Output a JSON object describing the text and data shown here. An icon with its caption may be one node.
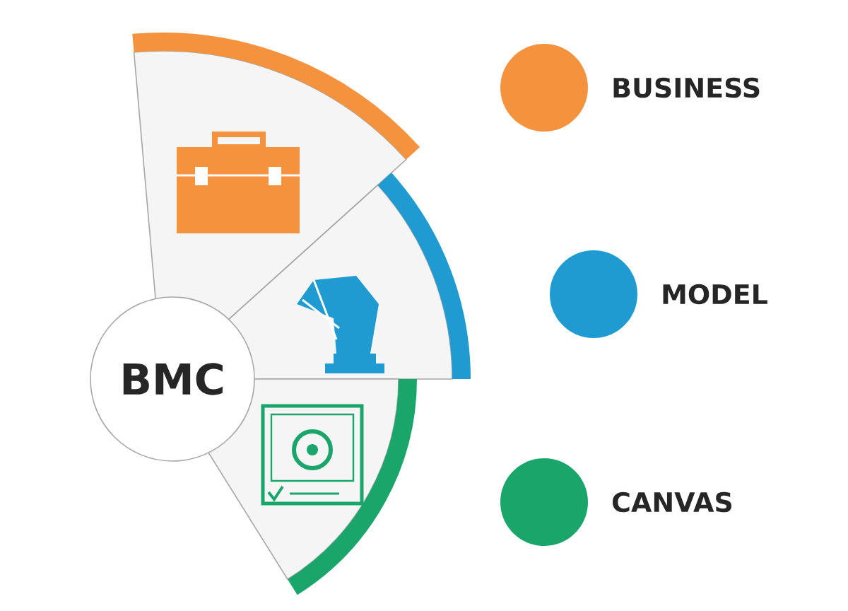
{
  "diagram": {
    "nodes": [
      {
        "text": [
          "BMC"
        ]
      }
    ],
    "edges": [],
    "legend": [
      {
        "text": "BUSINESS",
        "color": "#f5923e"
      },
      {
        "text": "MODEL",
        "color": "#1f9bd1"
      },
      {
        "text": "CANVAS",
        "color": "#1aa56a"
      }
    ]
  }
}
